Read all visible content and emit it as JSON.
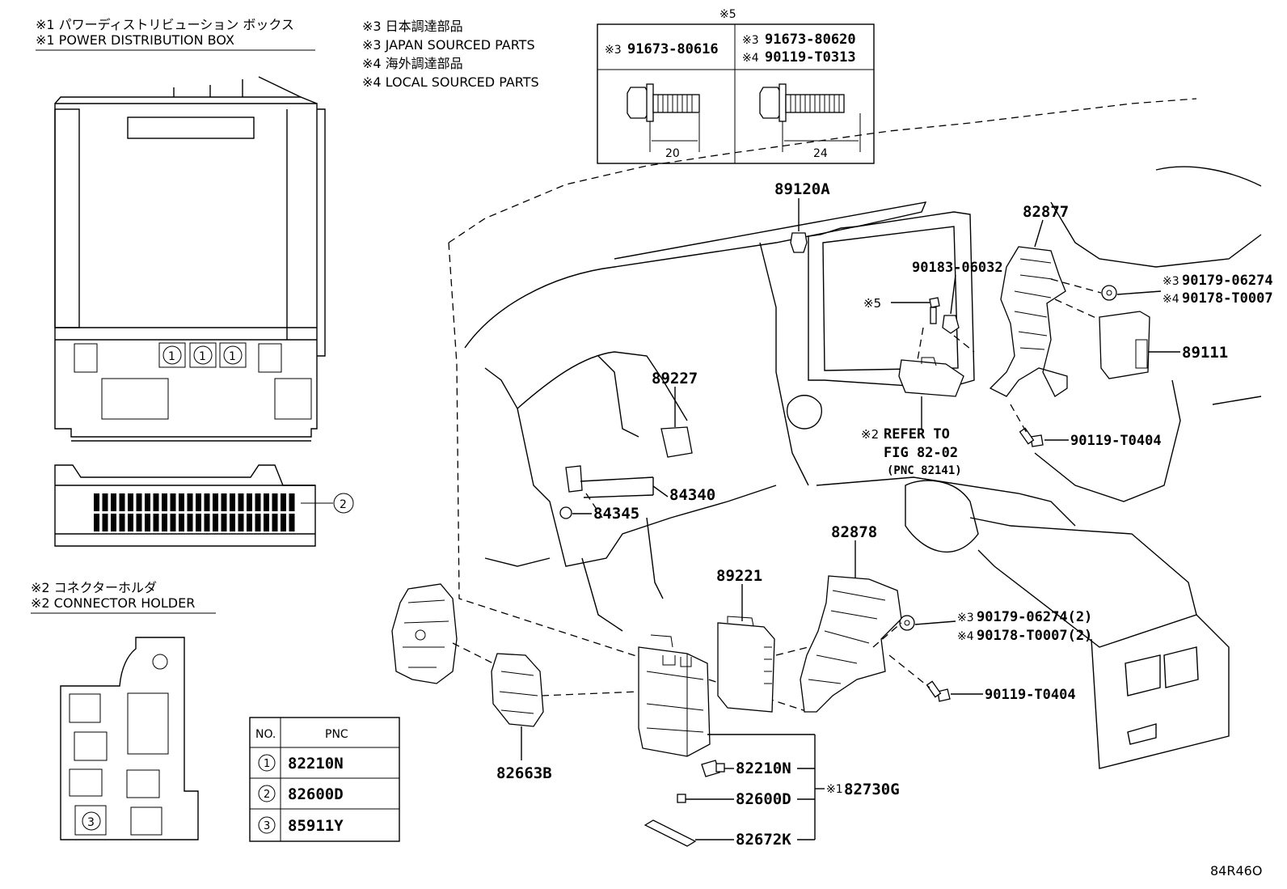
{
  "diagram_id": "84R46O",
  "notes": {
    "n1_jp": "※1 パワーディストリビューション ボックス",
    "n1_en": "※1 POWER DISTRIBUTION BOX",
    "n3_jp": "※3 日本調達部品",
    "n3_en": "※3 JAPAN SOURCED PARTS",
    "n4_jp": "※4 海外調達部品",
    "n4_en": "※4 LOCAL SOURCED PARTS",
    "n2_jp": "※2 コネクターホルダ",
    "n2_en": "※2 CONNECTOR HOLDER"
  },
  "bolt_table": {
    "title": "※5",
    "left_mark": "※3",
    "left_part": "91673-80616",
    "left_dim": "20",
    "right_mark1": "※3",
    "right_part1": "91673-80620",
    "right_mark2": "※4",
    "right_part2": "90119-T0313",
    "right_dim": "24"
  },
  "circle_numbers": {
    "one": "1",
    "two": "2",
    "three": "3"
  },
  "pnc_table": {
    "col_no": "NO.",
    "col_pnc": "PNC",
    "rows": [
      {
        "no": "1",
        "pnc": "82210N"
      },
      {
        "no": "2",
        "pnc": "82600D"
      },
      {
        "no": "3",
        "pnc": "85911Y"
      }
    ]
  },
  "callouts": {
    "p89120A": "89120A",
    "p82877": "82877",
    "p90183": "90183-06032",
    "p5mark": "※5",
    "p90179a_mark": "※3",
    "p90179a": "90179-06274",
    "p90178a_mark": "※4",
    "p90178a": "90178-T0007",
    "p89111": "89111",
    "p90119a": "90119-T0404",
    "p89227": "89227",
    "p84340": "84340",
    "p84345": "84345",
    "refer_mark": "※2",
    "refer1": "REFER TO",
    "refer2": "FIG 82-02",
    "refer3": "(PNC 82141)",
    "p82878": "82878",
    "p89221": "89221",
    "p90179b_mark": "※3",
    "p90179b": "90179-06274(2)",
    "p90178b_mark": "※4",
    "p90178b": "90178-T0007(2)",
    "p90119b": "90119-T0404",
    "p82663B": "82663B",
    "p82210N": "82210N",
    "p82600D": "82600D",
    "p82672K": "82672K",
    "p82730G_mark": "※1",
    "p82730G": "82730G"
  }
}
